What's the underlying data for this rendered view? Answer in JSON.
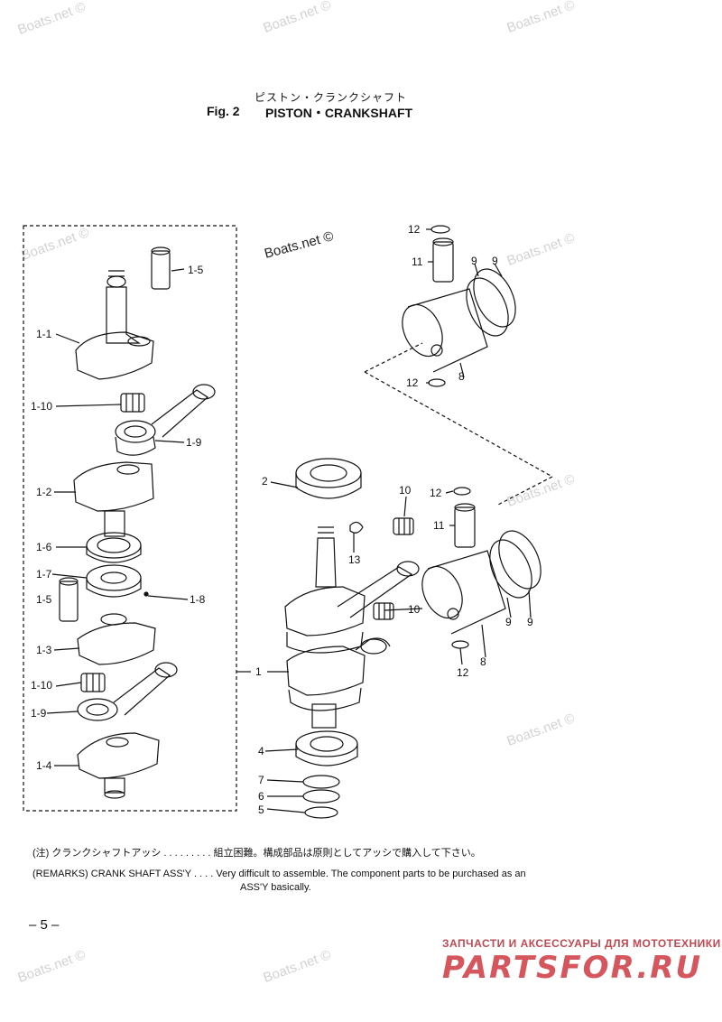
{
  "header": {
    "title_jp": "ピストン・クランクシャフト",
    "fig": "Fig. 2",
    "title_en": "PISTON・CRANKSHAFT"
  },
  "watermarks": {
    "boats": "Boats.net ©",
    "boats_main": "Boats.net ©"
  },
  "part_labels": {
    "p1_5a": "1-5",
    "p1_1": "1-1",
    "p1_10a": "1-10",
    "p1_9a": "1-9",
    "p1_2": "1-2",
    "p1_6": "1-6",
    "p1_7": "1-7",
    "p1_8": "1-8",
    "p1_5b": "1-5",
    "p1_3": "1-3",
    "p1_10b": "1-10",
    "p1_9b": "1-9",
    "p1_4": "1-4",
    "p1": "1",
    "p2": "2",
    "p4": "4",
    "p5": "5",
    "p6": "6",
    "p7": "7",
    "p13": "13",
    "p10a": "10",
    "p10b": "10",
    "p11a": "11",
    "p11b": "11",
    "p12a": "12",
    "p12b": "12",
    "p12c": "12",
    "p12d": "12",
    "p9a": "9",
    "p9b": "9",
    "p9c": "9",
    "p9d": "9",
    "p8a": "8",
    "p8b": "8"
  },
  "remarks": {
    "jp": "(注) クランクシャフトアッシ . . . . . . . . . 組立困難。構成部品は原則としてアッシで購入して下さい。",
    "en_line1": "(REMARKS) CRANK SHAFT ASS'Y . . . . Very difficult to assemble. The component parts to be purchased as an",
    "en_line2": "ASS'Y basically."
  },
  "page_number": "– 5 –",
  "brand": {
    "tagline": "ЗАПЧАСТИ И АКСЕССУАРЫ ДЛЯ МОТОТЕХНИКИ",
    "logo": "PARTSFOR.RU"
  }
}
